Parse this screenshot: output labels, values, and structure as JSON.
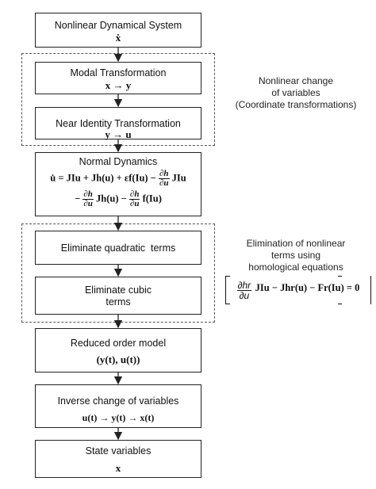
{
  "boxes": {
    "system": {
      "label": "Nonlinear Dynamical System",
      "math": "ẋ"
    },
    "modal": {
      "label": "Modal Transformation",
      "math": "x → y"
    },
    "near_identity": {
      "label": "Near Identity Transformation",
      "math": "y → u"
    },
    "normal": {
      "label": "Normal Dynamics",
      "eq_line1": [
        "u̇ = JIu + Jh(u) + εf(Iu) −",
        "∂h",
        "∂u",
        "JIu"
      ],
      "eq_line2": [
        "−",
        "∂h",
        "∂u",
        "Jh(u) −",
        "∂h",
        "∂u",
        "f(Iu)"
      ]
    },
    "quadratic": {
      "label": "Eliminate quadratic  terms"
    },
    "cubic": {
      "label_line1": "Eliminate cubic",
      "label_line2": "terms"
    },
    "reduced": {
      "label": "Reduced order model",
      "math": "(y(t), u(t))"
    },
    "inverse": {
      "label": "Inverse change of variables",
      "math": "u(t) → y(t) → x(t)"
    },
    "state": {
      "label": "State variables",
      "math": "x"
    }
  },
  "side_notes": {
    "change_vars": [
      "Nonlinear change",
      "of variables",
      "(Coordinate transformations)"
    ],
    "elimination": [
      "Elimination of nonlinear",
      "terms using",
      "homological equations"
    ],
    "homological_eq": {
      "num": "∂hr",
      "den": "∂u",
      "rest": "JIu − Jhr(u) − Fr(Iu) = 0"
    }
  }
}
